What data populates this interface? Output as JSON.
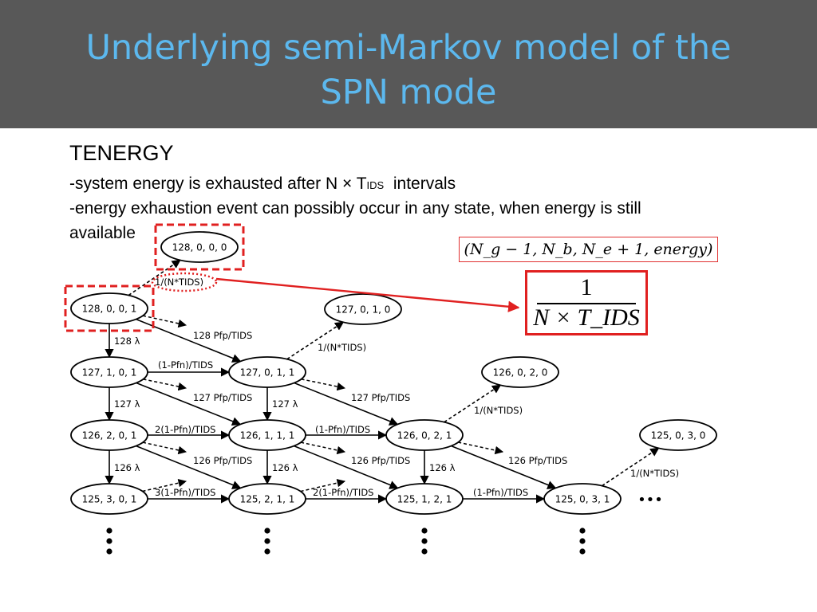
{
  "slide": {
    "title_line1": "Underlying semi-Markov model of the",
    "title_line2": "SPN mode",
    "heading": "TENERGY",
    "bullet1_pre": "-system energy is exhausted after N × T",
    "bullet1_sub": "IDS",
    "bullet1_post": "intervals",
    "bullet2_line1": "-energy exhaustion event can possibly occur in any state, when energy is still",
    "bullet2_line2": "available"
  },
  "annotations": {
    "formula": "(N_g − 1, N_b, N_e + 1, energy)",
    "fraction_numerator": "1",
    "fraction_denominator": "N × T_IDS"
  },
  "colors": {
    "title_bg": "#585858",
    "title_text": "#5cb8ee",
    "highlight": "#e02020"
  },
  "diagram": {
    "states": [
      {
        "id": "s128000",
        "label": "128, 0, 0, 0",
        "highlight": "dashed"
      },
      {
        "id": "s128001",
        "label": "128, 0, 0, 1",
        "highlight": "dashed"
      },
      {
        "id": "s127010",
        "label": "127, 0, 1, 0"
      },
      {
        "id": "s127101",
        "label": "127, 1, 0, 1"
      },
      {
        "id": "s127011",
        "label": "127, 0, 1, 1"
      },
      {
        "id": "s126020",
        "label": "126, 0, 2, 0"
      },
      {
        "id": "s126201",
        "label": "126, 2, 0, 1"
      },
      {
        "id": "s126111",
        "label": "126, 1, 1, 1"
      },
      {
        "id": "s126021",
        "label": "126, 0, 2, 1"
      },
      {
        "id": "s125030",
        "label": "125, 0, 3, 0"
      },
      {
        "id": "s125301",
        "label": "125, 3, 0, 1"
      },
      {
        "id": "s125211",
        "label": "125, 2, 1, 1"
      },
      {
        "id": "s125121",
        "label": "125, 1, 2, 1"
      },
      {
        "id": "s125031",
        "label": "125, 0, 3, 1"
      }
    ],
    "edge_labels": {
      "inv_ntids": "1/(N*TIDS)",
      "l128": "128 λ",
      "l127": "127 λ",
      "l126": "126 λ",
      "p128": "128 Pfp/TIDS",
      "p127": "127 Pfp/TIDS",
      "p126": "126 Pfp/TIDS",
      "pfn1": "(1-Pfn)/TIDS",
      "pfn2": "2(1-Pfn)/TIDS",
      "pfn3": "3(1-Pfn)/TIDS"
    },
    "ellipsis": "•••"
  }
}
